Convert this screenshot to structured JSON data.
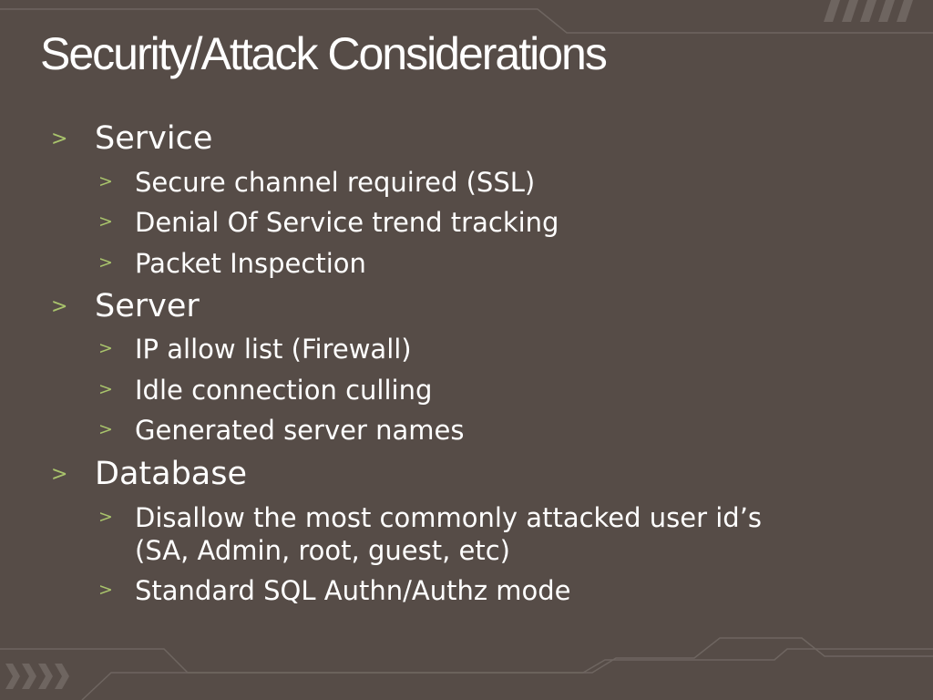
{
  "slide": {
    "title": "Security/Attack Considerations",
    "bullet_glyph": ">",
    "accent_color": "#a9c46c",
    "background_color": "#564c47",
    "sections": [
      {
        "label": "Service",
        "items": [
          "Secure channel required (SSL)",
          "Denial Of Service trend tracking",
          "Packet Inspection"
        ]
      },
      {
        "label": "Server",
        "items": [
          "IP allow list (Firewall)",
          "Idle connection culling",
          "Generated server names"
        ]
      },
      {
        "label": "Database",
        "items": [
          "Disallow the most commonly attacked user id’s",
          "(SA, Admin, root, guest, etc)",
          "Standard SQL Authn/Authz mode"
        ]
      }
    ]
  }
}
